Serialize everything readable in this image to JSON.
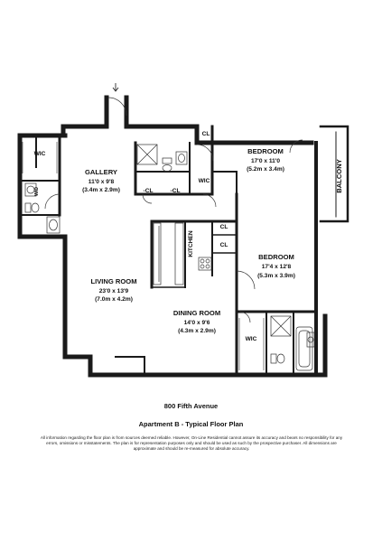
{
  "rooms": {
    "gallery": {
      "name": "GALLERY",
      "imperial": "11'0 x 9'8",
      "metric": "(3.4m x 2.9m)"
    },
    "bedroom_1": {
      "name": "BEDROOM",
      "imperial": "17'0 x 11'0",
      "metric": "(5.2m x 3.4m)"
    },
    "bedroom_2": {
      "name": "BEDROOM",
      "imperial": "17'4 x 12'8",
      "metric": "(5.3m x 3.9m)"
    },
    "living_room": {
      "name": "LIVING ROOM",
      "imperial": "23'0 x 13'9",
      "metric": "(7.0m x 4.2m)"
    },
    "dining_room": {
      "name": "DINING ROOM",
      "imperial": "14'0 x 9'6",
      "metric": "(4.3m x 2.9m)"
    }
  },
  "labels": {
    "wic": "WIC",
    "cl": "CL",
    "dash_cl": "-CL",
    "kitchen": "KITCHEN",
    "balcony": "BALCONY",
    "wd": "W/D"
  },
  "footer": {
    "address": "800 Fifth Avenue",
    "subtitle": "Apartment B - Typical Floor Plan",
    "disclaimer": "All information regarding the floor plan is from sources deemed reliable.  However, On-Line Residential cannot assure its accuracy and bears no responsibility for any errors, omissions or misstatements.  The plan is for representation purposes only and should be used as such by the prospective purchaser.  All dimensions are approximate and should be re-measured for absolute accuracy."
  },
  "colors": {
    "wall": "#1a1a1a",
    "line": "#333333"
  }
}
